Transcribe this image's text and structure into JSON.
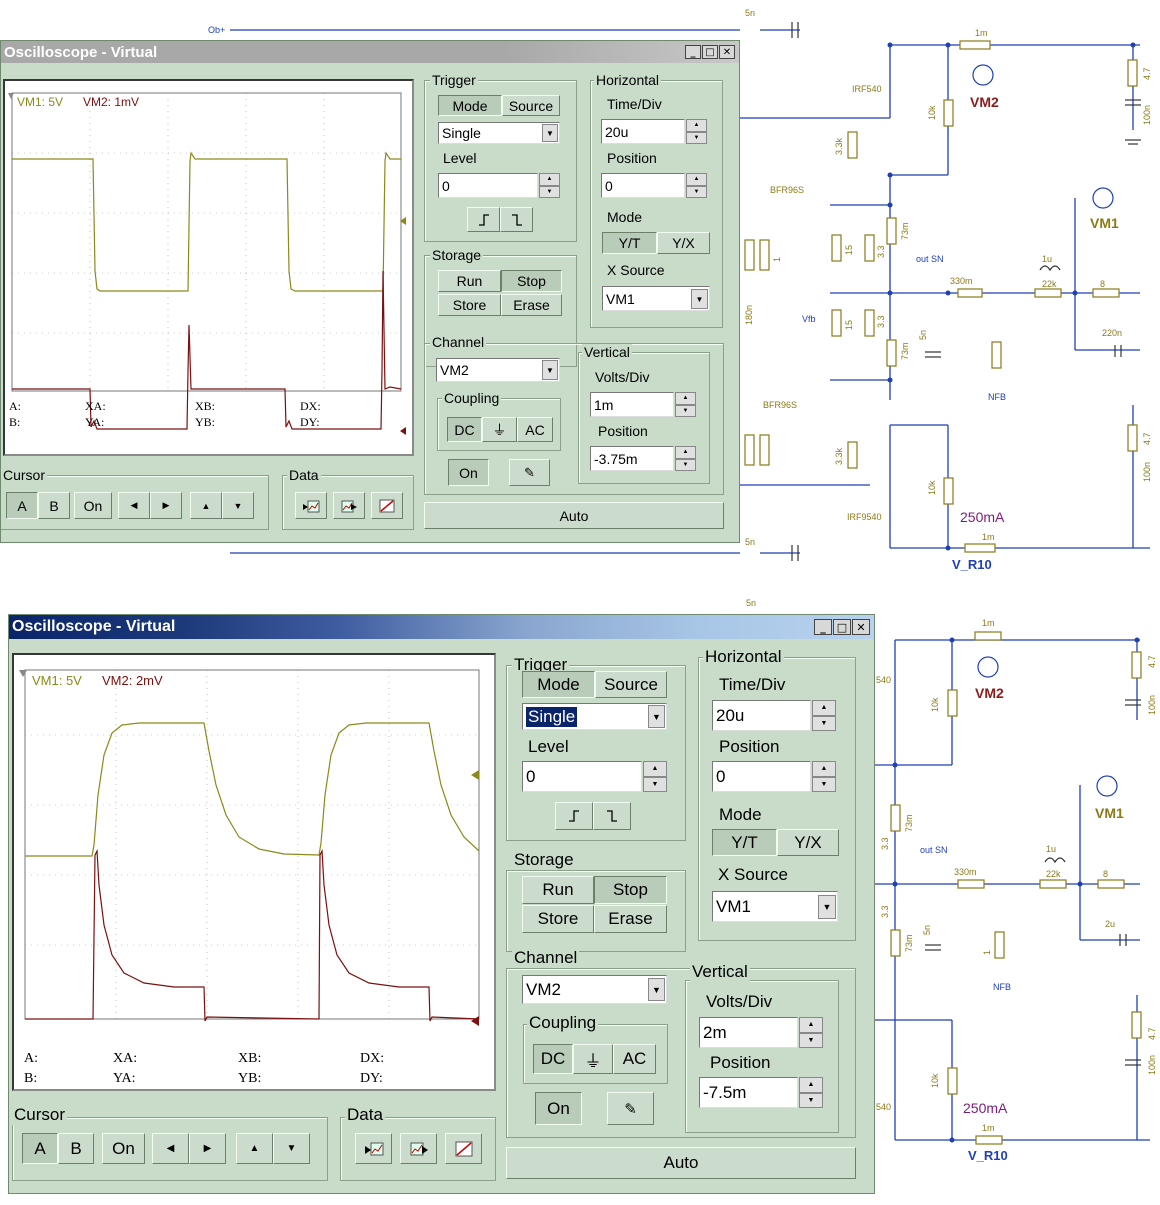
{
  "schematic": {
    "labels": [
      "Ob+",
      "5n",
      "1m",
      "IRF540",
      "10k",
      "3.3k",
      "BFR96S",
      "1",
      "15",
      "3.3",
      "73m",
      "out SN",
      "1u",
      "22k",
      "8",
      "330m",
      "Vfb",
      "180n",
      "220n",
      "NFB",
      "5n",
      "IRF9540",
      "3.3k",
      "10k",
      "4.7",
      "100n",
      "2u",
      "540"
    ],
    "meters": [
      "VM1",
      "VM2"
    ],
    "current": "250mA",
    "resistor_name": "V_R10",
    "colors": {
      "wire": "#1f3fb7",
      "component": "#8a7a18",
      "meter": "#8b1d1d"
    }
  },
  "windows": [
    {
      "title": "Oscilloscope - Virtual",
      "title_buttons": [
        "_",
        "□",
        "✕"
      ],
      "screen_legend": {
        "ch1": "VM1: 5V",
        "ch2": "VM2: 1mV"
      },
      "cursor_readout": {
        "a": "A:",
        "b": "B:",
        "xa": "XA:",
        "ya": "YA:",
        "xb": "XB:",
        "yb": "YB:",
        "dx": "DX:",
        "dy": "DY:"
      },
      "trigger": {
        "label": "Trigger",
        "mode": "Mode",
        "source": "Source",
        "value": "Single",
        "level_label": "Level",
        "level": "0"
      },
      "horizontal": {
        "label": "Horizontal",
        "timediv_label": "Time/Div",
        "timediv": "20u",
        "position_label": "Position",
        "position": "0",
        "mode_label": "Mode",
        "yt": "Y/T",
        "yx": "Y/X",
        "xsource_label": "X Source",
        "xsource": "VM1"
      },
      "storage": {
        "label": "Storage",
        "run": "Run",
        "stop": "Stop",
        "store": "Store",
        "erase": "Erase"
      },
      "channel": {
        "label": "Channel",
        "value": "VM2",
        "coupling_label": "Coupling",
        "dc": "DC",
        "ac": "AC",
        "on": "On"
      },
      "vertical": {
        "label": "Vertical",
        "voltsdiv_label": "Volts/Div",
        "voltsdiv": "1m",
        "position_label": "Position",
        "position": "-3.75m"
      },
      "cursor": {
        "label": "Cursor",
        "a": "A",
        "b": "B",
        "on": "On"
      },
      "data": {
        "label": "Data"
      },
      "auto": "Auto"
    },
    {
      "title": "Oscilloscope - Virtual",
      "title_buttons": [
        "_",
        "□",
        "✕"
      ],
      "screen_legend": {
        "ch1": "VM1: 5V",
        "ch2": "VM2: 2mV"
      },
      "cursor_readout": {
        "a": "A:",
        "b": "B:",
        "xa": "XA:",
        "ya": "YA:",
        "xb": "XB:",
        "yb": "YB:",
        "dx": "DX:",
        "dy": "DY:"
      },
      "trigger": {
        "label": "Trigger",
        "mode": "Mode",
        "source": "Source",
        "value": "Single",
        "level_label": "Level",
        "level": "0"
      },
      "horizontal": {
        "label": "Horizontal",
        "timediv_label": "Time/Div",
        "timediv": "20u",
        "position_label": "Position",
        "position": "0",
        "mode_label": "Mode",
        "yt": "Y/T",
        "yx": "Y/X",
        "xsource_label": "X Source",
        "xsource": "VM1"
      },
      "storage": {
        "label": "Storage",
        "run": "Run",
        "stop": "Stop",
        "store": "Store",
        "erase": "Erase"
      },
      "channel": {
        "label": "Channel",
        "value": "VM2",
        "coupling_label": "Coupling",
        "dc": "DC",
        "ac": "AC",
        "on": "On"
      },
      "vertical": {
        "label": "Vertical",
        "voltsdiv_label": "Volts/Div",
        "voltsdiv": "2m",
        "position_label": "Position",
        "position": "-7.5m"
      },
      "cursor": {
        "label": "Cursor",
        "a": "A",
        "b": "B",
        "on": "On"
      },
      "data": {
        "label": "Data"
      },
      "auto": "Auto"
    }
  ]
}
